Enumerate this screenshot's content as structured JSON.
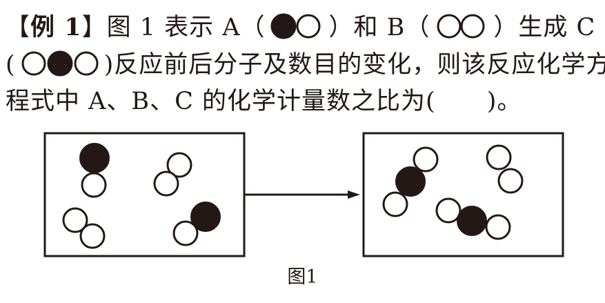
{
  "problem": {
    "lb": "【",
    "label": "例 1",
    "rb": "】",
    "l1_t1": "图 1 表示 A（",
    "l1_t2": "）和 B（",
    "l1_t3": "）生成 C",
    "l2_t1": "(",
    "l2_t2": ")反应前后分子及数目的变化，则该反应化学方",
    "l3_t1": "程式中 A、B、C 的化学计量数之比为(",
    "l3_t2": ")。"
  },
  "figure": {
    "caption": "图1",
    "before_box": {
      "molecules": [
        {
          "type": "A",
          "count": 2
        },
        {
          "type": "B",
          "count": 2
        }
      ]
    },
    "after_box": {
      "molecules": [
        {
          "type": "C",
          "count": 2
        },
        {
          "type": "B",
          "count": 1
        }
      ]
    }
  },
  "colors": {
    "ink": "#231815",
    "atom_black": "#231815",
    "atom_white": "#ffffff"
  }
}
